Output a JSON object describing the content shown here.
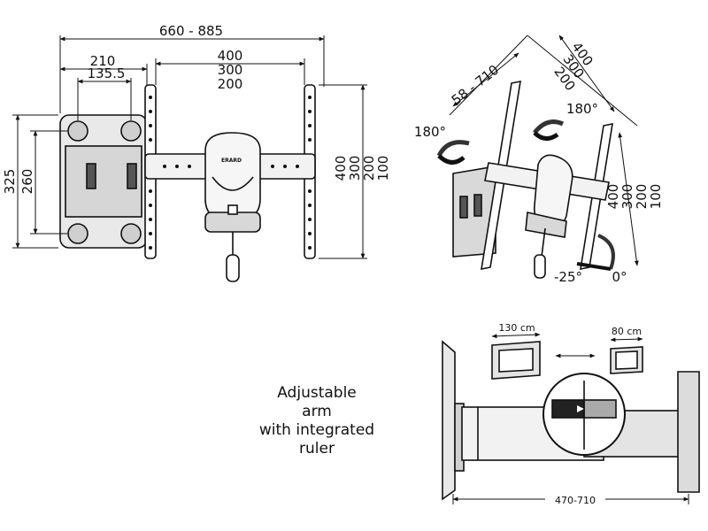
{
  "front_view": {
    "width_range": "660 - 885",
    "arm_spacing_outer": "210",
    "arm_spacing_inner": "135.5",
    "vesa_width_options": [
      "400",
      "300",
      "200"
    ],
    "vesa_height_options": [
      "400",
      "300",
      "200",
      "100"
    ],
    "plate_height_outer": "325",
    "plate_height_inner": "260",
    "brand_mark": "ERARD"
  },
  "perspective_view": {
    "extension_range": "58 - 710",
    "vesa_width_options": [
      "400",
      "300",
      "200"
    ],
    "vesa_height_options": [
      "400",
      "300",
      "200",
      "100"
    ],
    "rotation_left": "180°",
    "rotation_right": "180°",
    "tilt_down": "-25°",
    "tilt_neutral": "0°"
  },
  "caption": {
    "lines": [
      "Adjustable",
      "arm",
      "with integrated",
      "ruler"
    ]
  },
  "side_view": {
    "large_screen_label": "130 cm",
    "small_screen_label": "80 cm",
    "reach_range": "470-710"
  }
}
